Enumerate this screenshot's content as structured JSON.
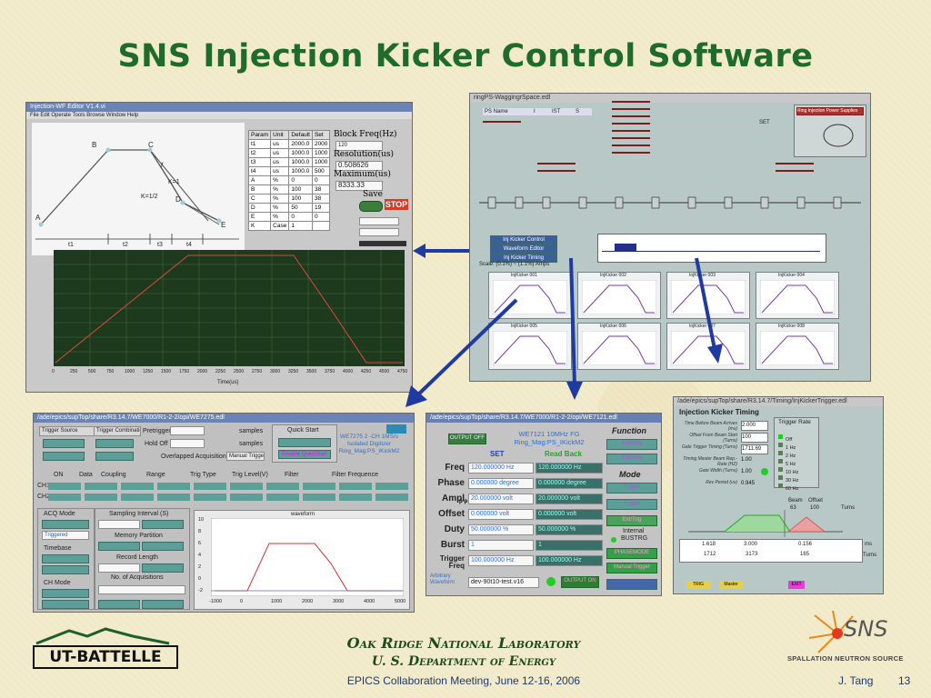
{
  "slide": {
    "title": "SNS Injection Kicker Control Software",
    "footer_org": "Oak Ridge National Laboratory",
    "footer_doe": "U. S. Department of Energy",
    "footer_meeting": "EPICS Collaboration Meeting, June 12-16, 2006",
    "author": "J. Tang",
    "page_number": "13",
    "ut_battelle": "UT-BATTELLE",
    "sns_logo": "SNS",
    "sns_tagline": "SPALLATION NEUTRON SOURCE"
  },
  "win_editor": {
    "titlebar": "Injection-WF Editor V1.4.vi",
    "menu": "File  Edit  Operate  Tools  Browse  Window  Help",
    "points": [
      "A",
      "B",
      "C",
      "D",
      "E"
    ],
    "curve_labels": {
      "f": "f",
      "k1": "K=1",
      "k12": "K=1/2"
    },
    "time_labels": [
      "t1",
      "t2",
      "t3",
      "t4"
    ],
    "table_headers": [
      "Param",
      "Unit",
      "Default",
      "Set"
    ],
    "table_rows": [
      [
        "t1",
        "us",
        "2000.0",
        "2000"
      ],
      [
        "t2",
        "us",
        "1000.0",
        "1000"
      ],
      [
        "t3",
        "us",
        "1000.0",
        "1000"
      ],
      [
        "t4",
        "us",
        "1000.0",
        "500"
      ],
      [
        "A",
        "%",
        "0",
        "0"
      ],
      [
        "B",
        "%",
        "100",
        "38"
      ],
      [
        "C",
        "%",
        "100",
        "38"
      ],
      [
        "D",
        "%",
        "50",
        "19"
      ],
      [
        "E",
        "%",
        "0",
        "0"
      ],
      [
        "K",
        "Case",
        "1",
        ""
      ]
    ],
    "block_freq_label": "Block Freq(Hz)",
    "block_freq_value": "120",
    "resolution_label": "Resolution(us)",
    "resolution_value": "0.508626",
    "maximum_label": "Maximum(us)",
    "maximum_value": "8333.33",
    "save_label": "Save",
    "stop_label": "STOP",
    "x_ticks": [
      "0",
      "250",
      "500",
      "750",
      "1000",
      "1250",
      "1500",
      "1750",
      "2000",
      "2250",
      "2500",
      "2750",
      "3000",
      "3250",
      "3500",
      "3750",
      "4000",
      "4250",
      "4500",
      "4750"
    ],
    "x_axis_label": "Time(us)"
  },
  "win_overview": {
    "titlebar": "ringPS-WaggingrSpace.edl",
    "ring_ps_label": "Ring Injection Power Supplies",
    "ps_headers": [
      "PS Name",
      "I",
      "IST",
      "S"
    ],
    "set_label": "SET",
    "kicker_labels": [
      "Inj Kicker Control",
      "Waveform Editor",
      "Inj Kicker Timing"
    ],
    "scale_label": "Scale: (0.1%) ~ (1.1%) Amps",
    "chart_titles": [
      "InjKicker 001",
      "InjKicker 002",
      "InjKicker 003",
      "InjKicker 004",
      "InjKicker 005",
      "InjKicker 006",
      "InjKicker 007",
      "InjKicker 008"
    ]
  },
  "win_scope": {
    "titlebar": "/ade/epics/supTop/share/R3.14.7/WE7000/R1-2-2/opi/WE7275.edl",
    "trigger_source": "Trigger Source",
    "trigger_combination": "Trigger Combination",
    "pretrigger": "Pretrigger",
    "holdoff": "Hold Off",
    "samples": "samples",
    "overlapped": "Overlapped Acquisition",
    "manual_trigger": "Manual Trigger",
    "quick_start": "Quick Start",
    "disable_quickstart": "Disable QuickStart",
    "headline_lines": [
      "WE7275 2 -CH 1MS/s",
      "Isolated Digitizer",
      "Ring_Mag:PS_IKickM2"
    ],
    "col_headers": [
      "ON",
      "Data",
      "Coupling",
      "Range",
      "Trig Type",
      "Trig Level(V)",
      "Filter",
      "Filter Frequence"
    ],
    "channels": [
      "CH1",
      "CH2"
    ],
    "acq_mode": "ACQ Mode",
    "triggered": "Triggered",
    "sampling_interval": "Sampling Interval (S)",
    "memory_partition": "Memory Partition",
    "timebase": "Timebase",
    "record_length": "Record Length",
    "num_acq": "No. of Acquisitions",
    "ch_mode": "CH Mode",
    "waveform_title": "waveform",
    "y_ticks": [
      "10",
      "8",
      "6",
      "4",
      "2",
      "0",
      "-2"
    ],
    "x_ticks": [
      "-1000",
      "0",
      "1000",
      "2000",
      "3000",
      "4000",
      "5000"
    ]
  },
  "win_function": {
    "titlebar": "/ade/epics/supTop/share/R3.14.7/WE7000/R1-2-2/opi/WE7121.edl",
    "output_off": "OUTPUT OFF",
    "headline_lines": [
      "WE7121 10MHz FG",
      "Ring_Mag:PS_IKickM2"
    ],
    "function_label": "Function",
    "arbitrary": "Arbitrary",
    "set_label": "SET",
    "readback_label": "Read Back",
    "rows": [
      {
        "label": "Freq",
        "set": "120.000000 Hz",
        "rb": "120.000000 Hz"
      },
      {
        "label": "Phase",
        "set": "0.000000 degree",
        "rb": "0.000000 degree"
      },
      {
        "label": "Ampl",
        "sub": "p-p",
        "set": "20.000000 volt",
        "rb": "20.000000 volt"
      },
      {
        "label": "Offset",
        "set": "0.000000 volt",
        "rb": "0.000000 volt"
      },
      {
        "label": "Duty",
        "set": "50.000000 %",
        "rb": "50.000000 %"
      },
      {
        "label": "Burst",
        "set": "1",
        "rb": "1"
      },
      {
        "label": "Trigger Freq",
        "set": "100.000000 Hz",
        "rb": "100.000000 Hz"
      }
    ],
    "mode_label": "Mode",
    "trigger_btn": "Trigger",
    "ext_trig": "Ext/Trig",
    "internal_label": "Internal",
    "bustrg": "BUSTRG",
    "phase_mode": "PHASEMODE",
    "manual_trigger": "Manual Trigger",
    "arb_waveform": "Arbitrary Waveform",
    "arb_file": "dev-90t10-test.v16",
    "output_on": "OUTPUT ON"
  },
  "win_timing": {
    "titlebar": "/ade/epics/supTop/share/R3.14.7/Timing/InjKickerTrigger.edl",
    "title": "Injection Kicker Timing",
    "rows": [
      {
        "label": "Time Before Beam Arrives (ms)",
        "value": "2.000"
      },
      {
        "label": "Offset From Beam Start (Turns)",
        "value": "100"
      },
      {
        "label": "Gate Trigger Timing (Turns)",
        "value": "1711.69"
      },
      {
        "label": "Timing Master Beam Rep.-Rate (HZ)",
        "value": "1.00"
      },
      {
        "label": "Gate Width (Turns)",
        "value": "1.00"
      },
      {
        "label": "Rev Period (us)",
        "value": "0.945"
      }
    ],
    "trigger_rate": "Trigger Rate",
    "rate_options": [
      "Off",
      "1 Hz",
      "2 Hz",
      "5 Hz",
      "10 Hz",
      "30 Hz",
      "60 Hz"
    ],
    "beam_label": "Beam",
    "offset_label": "Offset",
    "beam_value": "63",
    "offset_value": "100",
    "turns": "Turns",
    "ms": "ms",
    "timeline_top": [
      "1.618",
      "3.000",
      "0.156"
    ],
    "timeline_bottom": [
      "1712",
      "3173",
      "165"
    ],
    "btns": [
      "TRIG",
      "Master",
      "EXIT"
    ]
  },
  "colors": {
    "title_green": "#1f6b2b",
    "arrow_blue": "#1f3aa0",
    "plot_green": "#1e3a1e",
    "plot_red": "#c0392b"
  }
}
